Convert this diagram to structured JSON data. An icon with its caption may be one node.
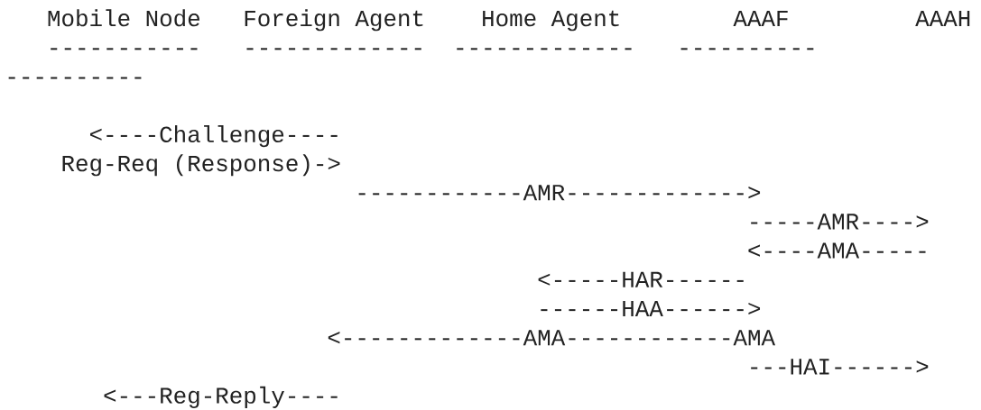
{
  "diagram": {
    "nodes": [
      {
        "text": [
          "Mobile Node"
        ]
      },
      {
        "text": [
          "Foreign Agent"
        ]
      },
      {
        "text": [
          "Home Agent"
        ]
      },
      {
        "text": [
          "AAAF"
        ]
      },
      {
        "text": [
          "AAAH"
        ]
      }
    ],
    "labels": [
      "-----------",
      "-------------",
      "-------------",
      "----------",
      "----------",
      "<----Challenge----",
      "Reg-Req (Response)->",
      "------------AMR------------->",
      "-----AMR---->",
      "<----AMA-----",
      "<-----HAR------",
      "------HAA------>",
      "<-------------AMA------------AMA",
      "---HAI------>",
      "<---Reg-Reply----"
    ]
  }
}
